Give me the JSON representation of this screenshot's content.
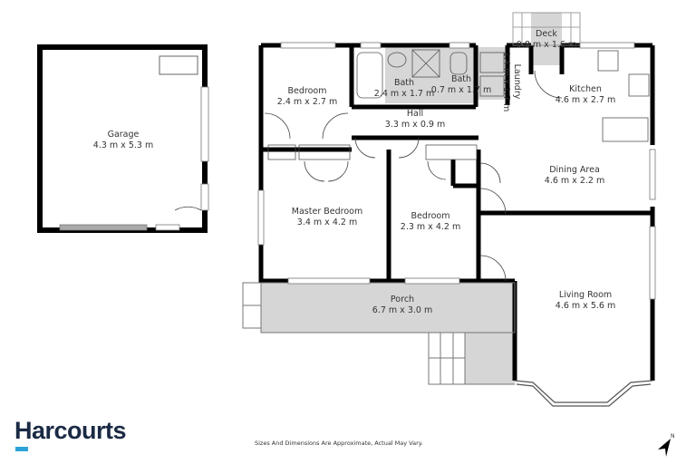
{
  "floorplan": {
    "rooms": [
      {
        "id": "garage",
        "name": "Garage",
        "dims": "4.3 m x 5.3 m"
      },
      {
        "id": "bedroom-1",
        "name": "Bedroom",
        "dims": "2.4 m x 2.7 m"
      },
      {
        "id": "bath-1",
        "name": "Bath",
        "dims": "2.4 m x 1.7 m"
      },
      {
        "id": "bath-2",
        "name": "Bath",
        "dims": "0.7 m x 1.7 m"
      },
      {
        "id": "laundry",
        "name": "Laundry",
        "dims": "1.4 m x 1.7 m"
      },
      {
        "id": "deck",
        "name": "Deck",
        "dims": "0.8 m x 1.6 m"
      },
      {
        "id": "kitchen",
        "name": "Kitchen",
        "dims": "4.6 m x 2.7 m"
      },
      {
        "id": "hall",
        "name": "Hall",
        "dims": "3.3 m x 0.9 m"
      },
      {
        "id": "dining",
        "name": "Dining Area",
        "dims": "4.6 m x 2.2 m"
      },
      {
        "id": "master",
        "name": "Master Bedroom",
        "dims": "3.4 m x 4.2 m"
      },
      {
        "id": "bedroom-2",
        "name": "Bedroom",
        "dims": "2.3 m x 4.2 m"
      },
      {
        "id": "porch",
        "name": "Porch",
        "dims": "6.7 m x 3.0 m"
      },
      {
        "id": "living",
        "name": "Living Room",
        "dims": "4.6 m x 5.6 m"
      }
    ],
    "colors": {
      "wall": "#000000",
      "shaded_floor": "#d6d6d6",
      "fixture_line": "#666666"
    }
  },
  "footer": {
    "brand": "Harcourts",
    "brand_color": "#1b2a44",
    "accent_color": "#2ea3d8",
    "disclaimer": "Sizes And Dimensions Are Approximate, Actual May Vary.",
    "compass_icon": "north-arrow-icon",
    "compass_letter": "N"
  }
}
